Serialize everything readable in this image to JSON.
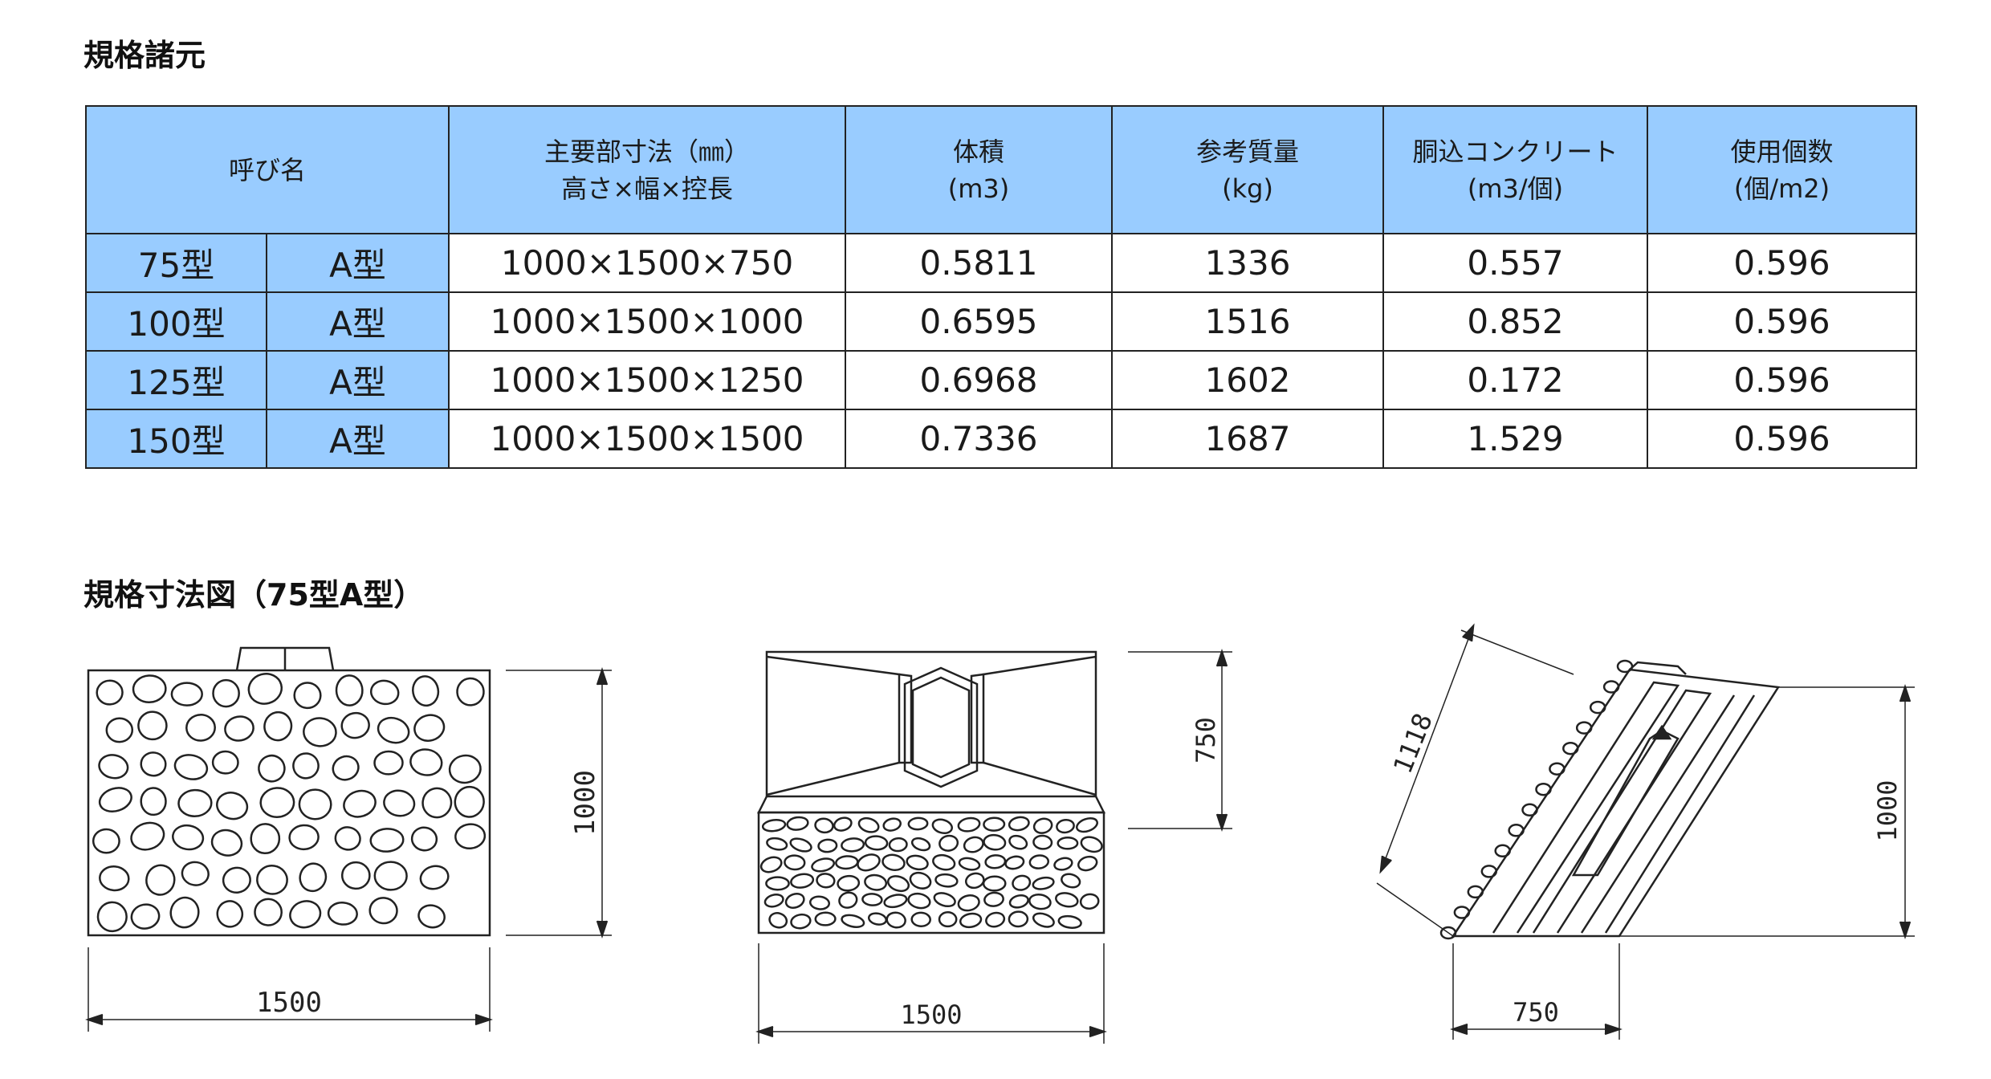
{
  "headings": {
    "spec_title": "規格諸元",
    "drawing_title": "規格寸法図（75型A型）"
  },
  "table": {
    "headers": {
      "name": "呼び名",
      "dims_line1": "主要部寸法（㎜）",
      "dims_line2": "高さ×幅×控長",
      "volume_line1": "体積",
      "volume_line2": "(m3)",
      "mass_line1": "参考質量",
      "mass_line2": "(kg)",
      "concrete_line1": "胴込コンクリート",
      "concrete_line2": "(m3/個)",
      "count_line1": "使用個数",
      "count_line2": "(個/m2)"
    },
    "rows": [
      {
        "size": "75型",
        "type": "A型",
        "dims": "1000×1500×750",
        "volume": "0.5811",
        "mass": "1336",
        "concrete": "0.557",
        "count": "0.596"
      },
      {
        "size": "100型",
        "type": "A型",
        "dims": "1000×1500×1000",
        "volume": "0.6595",
        "mass": "1516",
        "concrete": "0.852",
        "count": "0.596"
      },
      {
        "size": "125型",
        "type": "A型",
        "dims": "1000×1500×1250",
        "volume": "0.6968",
        "mass": "1602",
        "concrete": "0.172",
        "count": "0.596"
      },
      {
        "size": "150型",
        "type": "A型",
        "dims": "1000×1500×1500",
        "volume": "0.7336",
        "mass": "1687",
        "concrete": "1.529",
        "count": "0.596"
      }
    ]
  },
  "drawings": {
    "front": {
      "width_label": "1500",
      "height_label": "1000"
    },
    "top": {
      "width_label": "1500",
      "depth_label": "750"
    },
    "side": {
      "depth_label": "750",
      "height_label": "1000",
      "slope_label": "1118"
    }
  }
}
